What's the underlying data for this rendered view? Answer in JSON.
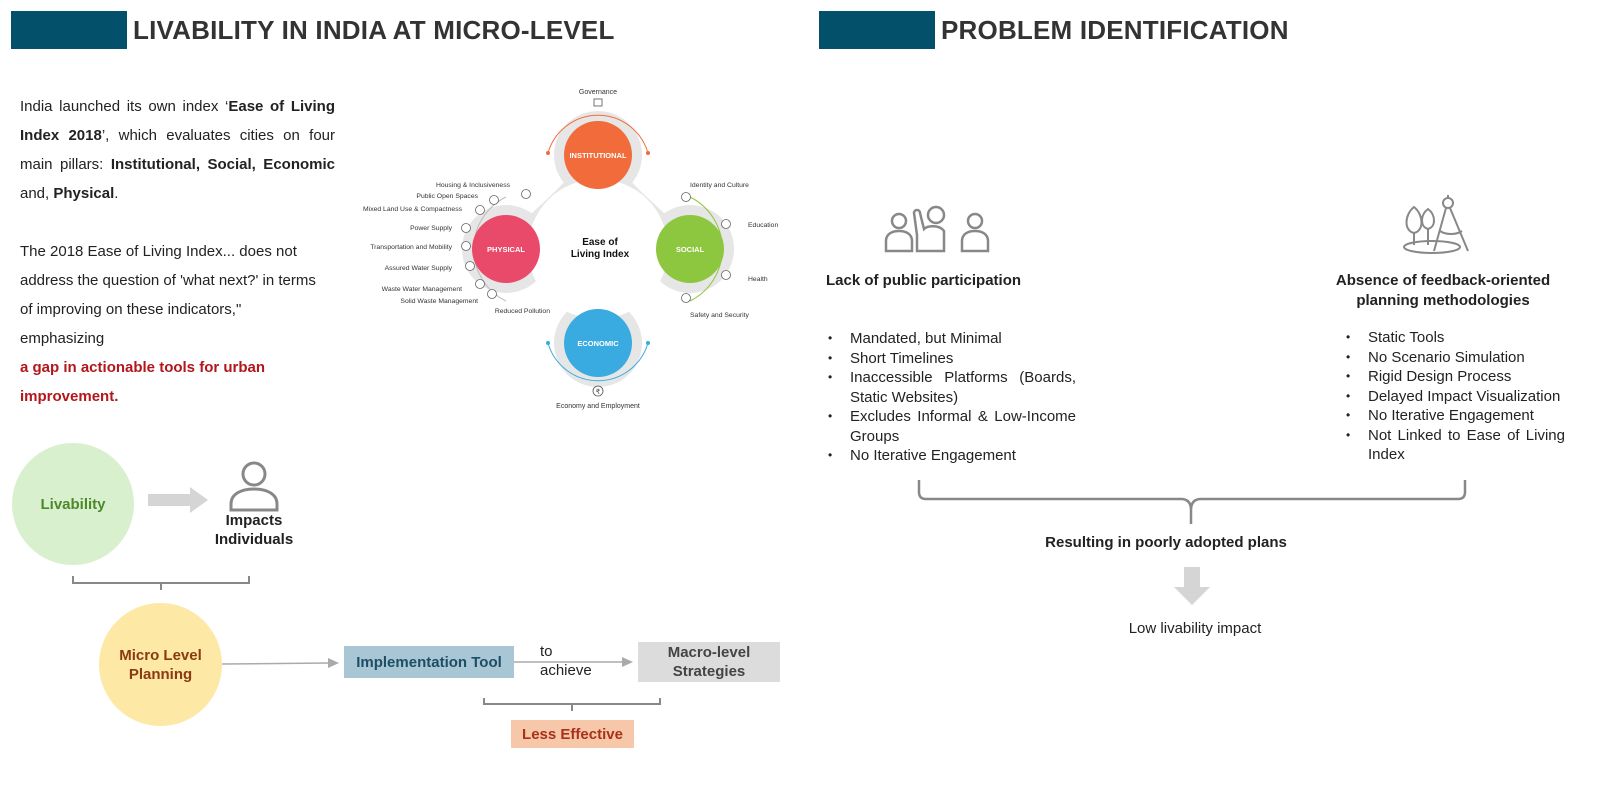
{
  "left": {
    "title": "LIVABILITY IN INDIA AT MICRO-LEVEL",
    "intro": {
      "t1": "India launched its own index ‘",
      "b1": "Ease of Living Index 2018",
      "t2": "’, which evaluates cities on four main pillars: ",
      "b2": "Institutional, Social, Economic",
      "t3": " and, ",
      "b3": "Physical",
      "t4": "."
    },
    "para2": "The 2018 Ease of Living Index... does not address the question of 'what next?' in terms of improving on these indicators,\" emphasizing",
    "para2_red": "a gap in actionable tools for urban improvement.",
    "diagram": {
      "center": "Ease of Living Index",
      "pillars": {
        "institutional": "INSTITUTIONAL",
        "social": "SOCIAL",
        "economic": "ECONOMIC",
        "physical": "PHYSICAL"
      },
      "governance": "Governance",
      "economy": "Economy and Employment",
      "social_labels": [
        "Identity and Culture",
        "Education",
        "Health",
        "Safety and Security"
      ],
      "physical_labels": [
        "Housing & Inclusiveness",
        "Public Open Spaces",
        "Mixed Land Use & Compactness",
        "Power Supply",
        "Transportation and Mobility",
        "Assured Water Supply",
        "Waste Water Management",
        "Solid Waste Management",
        "Reduced Pollution"
      ],
      "rupee": "₹",
      "colors": {
        "institutional": "#f26b3a",
        "social": "#8dc63f",
        "economic": "#3aabe0",
        "physical": "#ea4a6a"
      }
    },
    "flow": {
      "livability": "Livability",
      "impacts": "Impacts Individuals",
      "micro": "Micro Level Planning",
      "implementation": "Implementation Tool",
      "to": "to",
      "achieve": "achieve",
      "macro": "Macro-level Strategies",
      "less": "Less Effective"
    }
  },
  "right": {
    "title": "PROBLEM IDENTIFICATION",
    "col1": {
      "heading": "Lack of public participation",
      "items": [
        "Mandated, but Minimal",
        "Short Timelines",
        "Inaccessible Platforms (Boards, Static Websites)",
        "Excludes Informal & Low-Income Groups",
        "No Iterative Engagement"
      ]
    },
    "col2": {
      "heading": "Absence of feedback-oriented planning methodologies",
      "items": [
        "Static Tools",
        "No Scenario Simulation",
        "Rigid Design Process",
        "Delayed Impact Visualization",
        "No Iterative Engagement",
        "Not Linked to Ease of Living Index"
      ]
    },
    "result": "Resulting in poorly adopted plans",
    "low": "Low livability impact"
  }
}
